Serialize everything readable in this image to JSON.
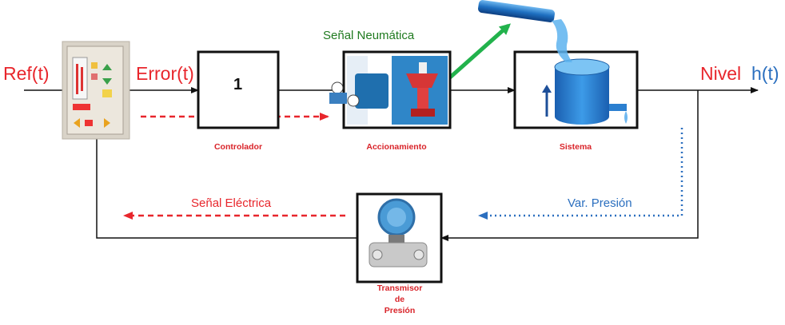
{
  "labels": {
    "ref": "Ref(t)",
    "error": "Error(t)",
    "senal_neumatica": "Señal Neumática",
    "nivel": "Nivel",
    "h_t": "h(t)",
    "controller_gain": "1",
    "controlador": "Controlador",
    "accionamiento": "Accionamiento",
    "sistema": "Sistema",
    "senal_electrica": "Señal Eléctrica",
    "var_presion": "Var. Presión",
    "transmisor_1": "Transmisor",
    "transmisor_2": "de",
    "transmisor_3": "Presión"
  },
  "colors": {
    "red": "#e8262c",
    "green": "#1f7a1f",
    "blue": "#2b6fbf",
    "line": "#111111",
    "arrow_green": "#22b24c",
    "dotted_green": "#0e6b2a"
  },
  "icons": {
    "panel": "controller-panel-icon",
    "valve": "pneumatic-valve-icon",
    "tank": "water-tank-icon",
    "pipe": "water-pipe-icon",
    "transmitter": "pressure-transmitter-icon"
  }
}
